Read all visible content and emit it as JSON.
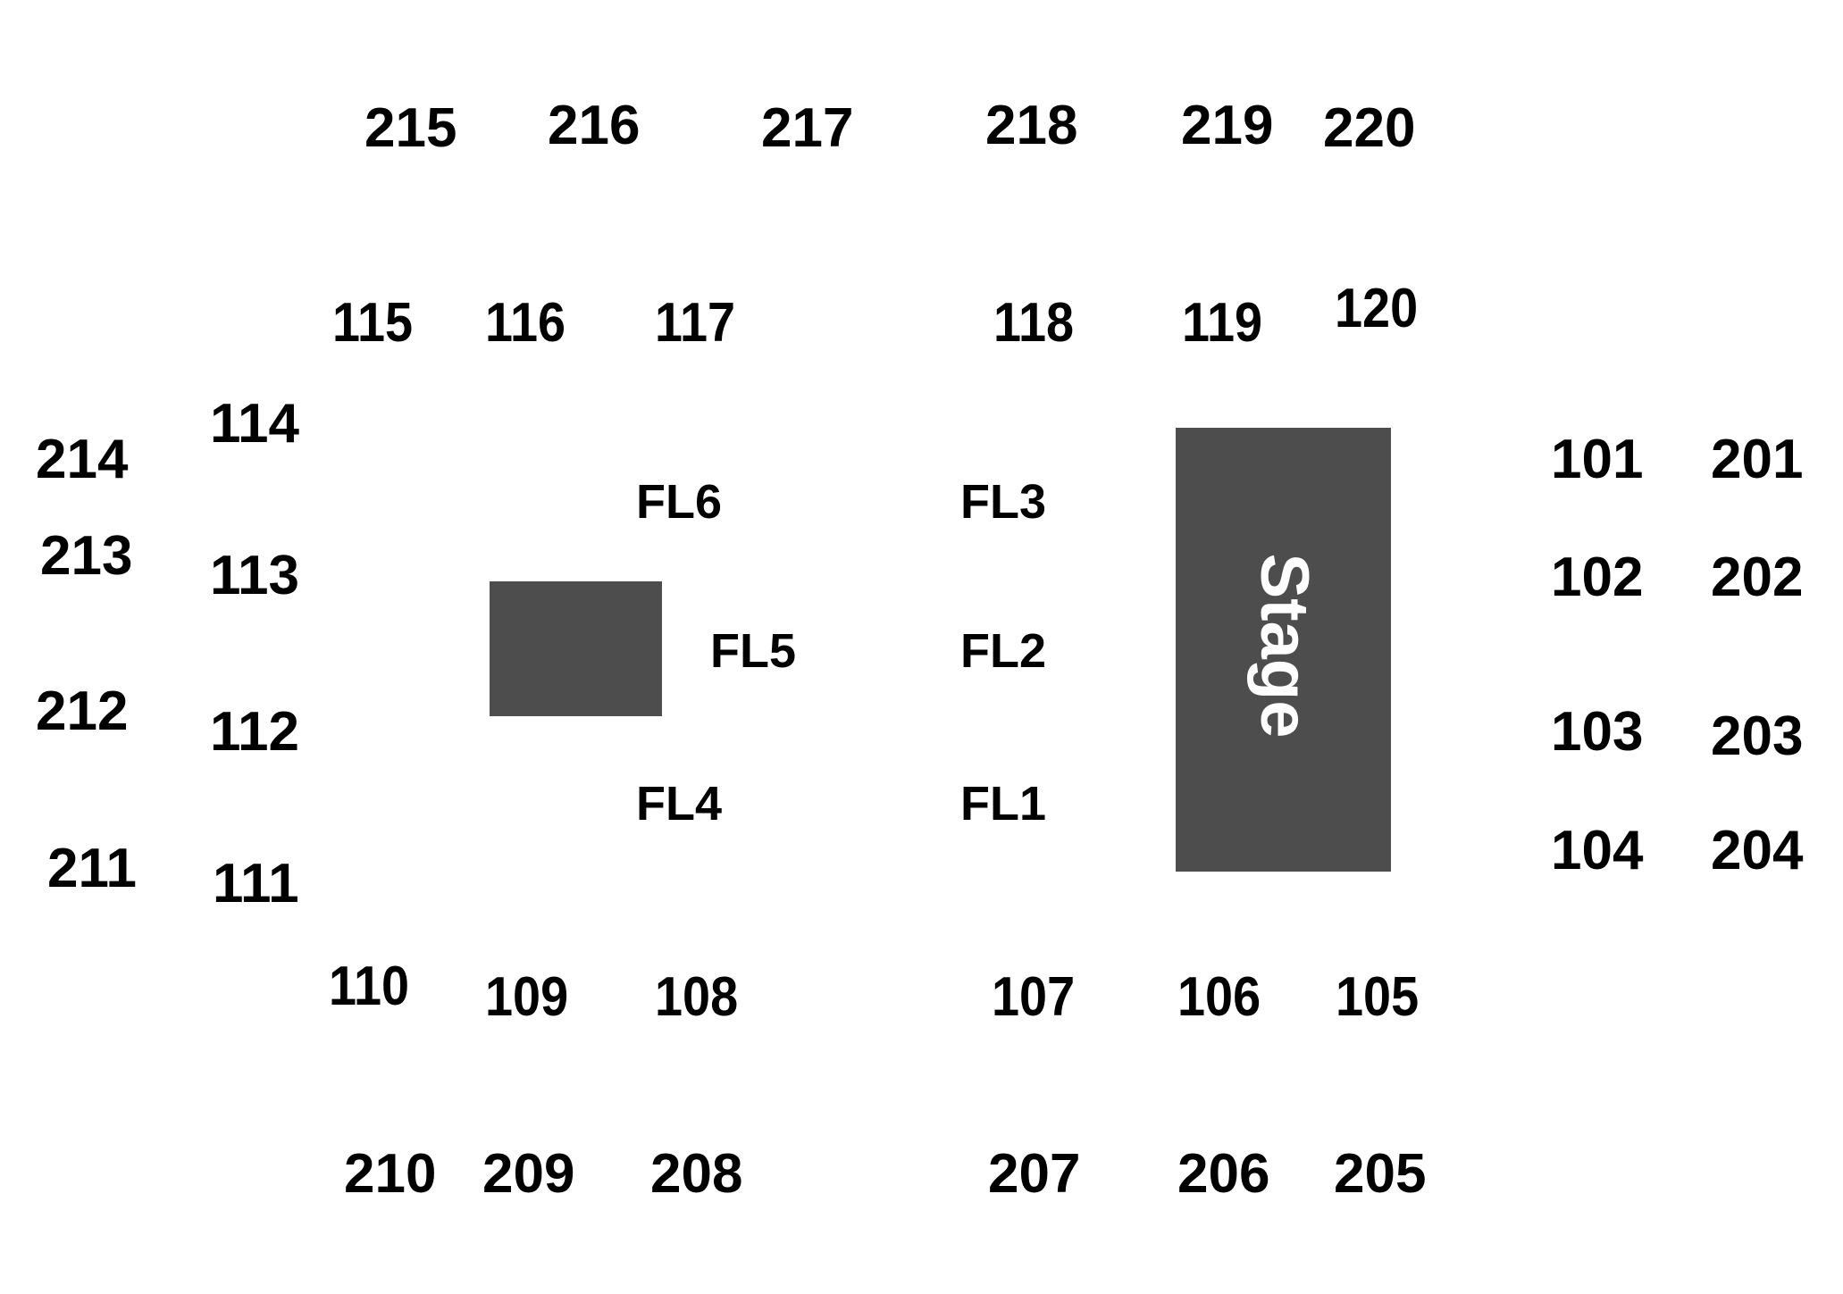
{
  "colors": {
    "background": "#ffffff",
    "blocks": "#4d4d4d",
    "label_text": "#000000",
    "stage_text": "#ffffff"
  },
  "stage": {
    "label": "Stage"
  },
  "sections_upper_top": [
    "215",
    "216",
    "217",
    "218",
    "219",
    "220"
  ],
  "sections_lower_top": [
    "115",
    "116",
    "117",
    "118",
    "119",
    "120"
  ],
  "sections_upper_left": [
    "214",
    "213",
    "212",
    "211"
  ],
  "sections_lower_left": [
    "114",
    "113",
    "112",
    "111"
  ],
  "sections_lower_right": [
    "101",
    "102",
    "103",
    "104"
  ],
  "sections_upper_right": [
    "201",
    "202",
    "203",
    "204"
  ],
  "sections_lower_bottom": [
    "110",
    "109",
    "108",
    "107",
    "106",
    "105"
  ],
  "sections_upper_bottom": [
    "210",
    "209",
    "208",
    "207",
    "206",
    "205"
  ],
  "floor_sections": [
    "FL1",
    "FL2",
    "FL3",
    "FL4",
    "FL5",
    "FL6"
  ]
}
